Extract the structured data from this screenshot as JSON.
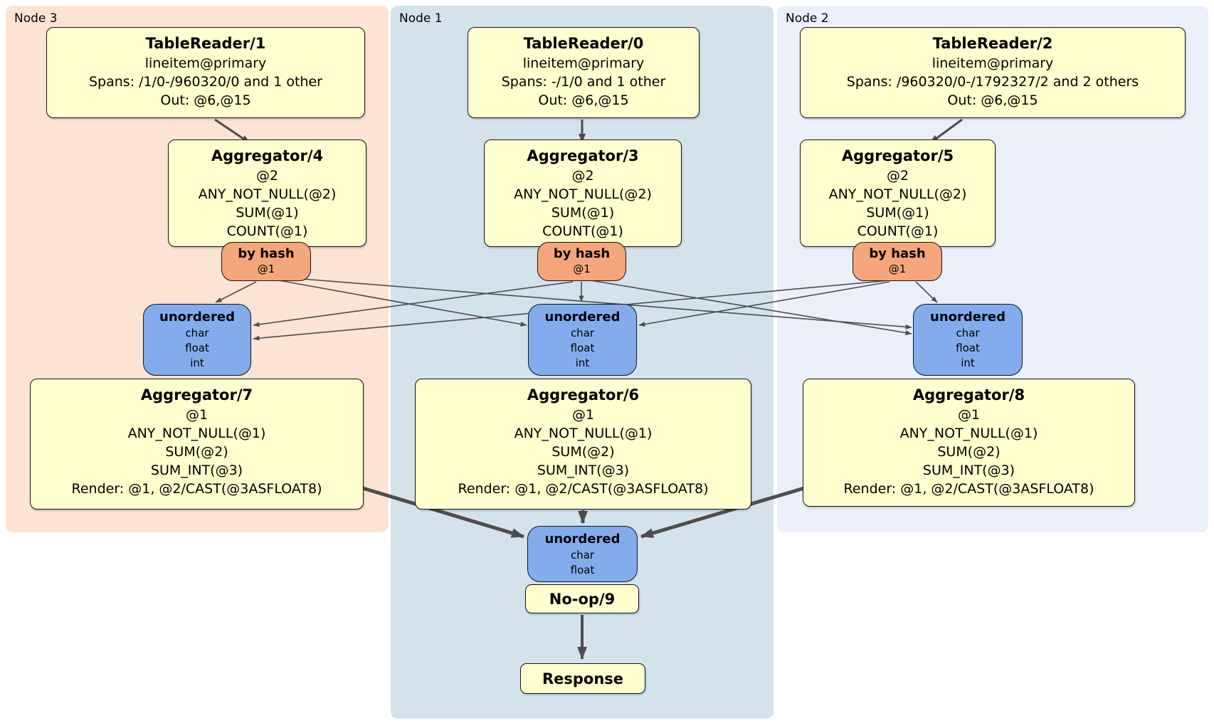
{
  "regions": {
    "node3": {
      "label": "Node 3"
    },
    "node1": {
      "label": "Node 1"
    },
    "node2": {
      "label": "Node 2"
    }
  },
  "boxes": {
    "tr1": {
      "title": "TableReader/1",
      "lines": [
        "lineitem@primary",
        "Spans: /1/0-/960320/0 and 1 other",
        "Out: @6,@15"
      ]
    },
    "tr0": {
      "title": "TableReader/0",
      "lines": [
        "lineitem@primary",
        "Spans: -/1/0 and 1 other",
        "Out: @6,@15"
      ]
    },
    "tr2": {
      "title": "TableReader/2",
      "lines": [
        "lineitem@primary",
        "Spans: /960320/0-/1792327/2 and 2 others",
        "Out: @6,@15"
      ]
    },
    "agg4": {
      "title": "Aggregator/4",
      "lines": [
        "@2",
        "ANY_NOT_NULL(@2)",
        "SUM(@1)",
        "COUNT(@1)"
      ]
    },
    "agg3": {
      "title": "Aggregator/3",
      "lines": [
        "@2",
        "ANY_NOT_NULL(@2)",
        "SUM(@1)",
        "COUNT(@1)"
      ]
    },
    "agg5": {
      "title": "Aggregator/5",
      "lines": [
        "@2",
        "ANY_NOT_NULL(@2)",
        "SUM(@1)",
        "COUNT(@1)"
      ]
    },
    "agg7": {
      "title": "Aggregator/7",
      "lines": [
        "@1",
        "ANY_NOT_NULL(@1)",
        "SUM(@2)",
        "SUM_INT(@3)",
        "Render: @1, @2/CAST(@3ASFLOAT8)"
      ]
    },
    "agg6": {
      "title": "Aggregator/6",
      "lines": [
        "@1",
        "ANY_NOT_NULL(@1)",
        "SUM(@2)",
        "SUM_INT(@3)",
        "Render: @1, @2/CAST(@3ASFLOAT8)"
      ]
    },
    "agg8": {
      "title": "Aggregator/8",
      "lines": [
        "@1",
        "ANY_NOT_NULL(@1)",
        "SUM(@2)",
        "SUM_INT(@3)",
        "Render: @1, @2/CAST(@3ASFLOAT8)"
      ]
    },
    "noop": {
      "title": "No-op/9"
    },
    "response": {
      "title": "Response"
    }
  },
  "routers": {
    "bh3": {
      "title": "by hash",
      "detail": "@1"
    },
    "bh1": {
      "title": "by hash",
      "detail": "@1"
    },
    "bh2": {
      "title": "by hash",
      "detail": "@1"
    }
  },
  "syncs": {
    "un3": {
      "title": "unordered",
      "streams": [
        "char",
        "float",
        "int"
      ]
    },
    "un1": {
      "title": "unordered",
      "streams": [
        "char",
        "float",
        "int"
      ]
    },
    "un2": {
      "title": "unordered",
      "streams": [
        "char",
        "float",
        "int"
      ]
    },
    "unf": {
      "title": "unordered",
      "streams": [
        "char",
        "float"
      ]
    }
  },
  "colors": {
    "node3_bg": "#fce3d3",
    "node1_bg": "#d4e2eb",
    "node2_bg": "#eaeffa",
    "processor_bg": "#ffffcf",
    "router_bg": "#f5a67a",
    "sync_bg": "#82acec",
    "edge": "#4d4d4d"
  }
}
